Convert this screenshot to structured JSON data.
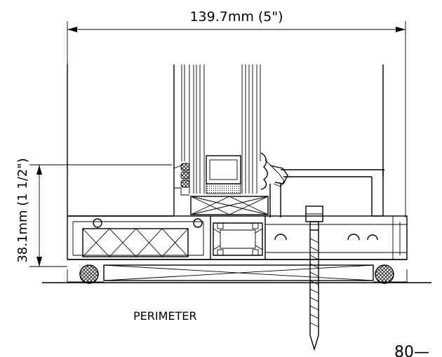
{
  "drawing": {
    "width_dimension": "139.7mm  (5\")",
    "height_dimension": "38.1mm  (1  1/2\")",
    "label": "PERIMETER",
    "page_mark": "80—"
  },
  "icons": {
    "setting_block": "crossed-box",
    "gasket": "cross-hatched-circle",
    "fastener": "screw"
  }
}
